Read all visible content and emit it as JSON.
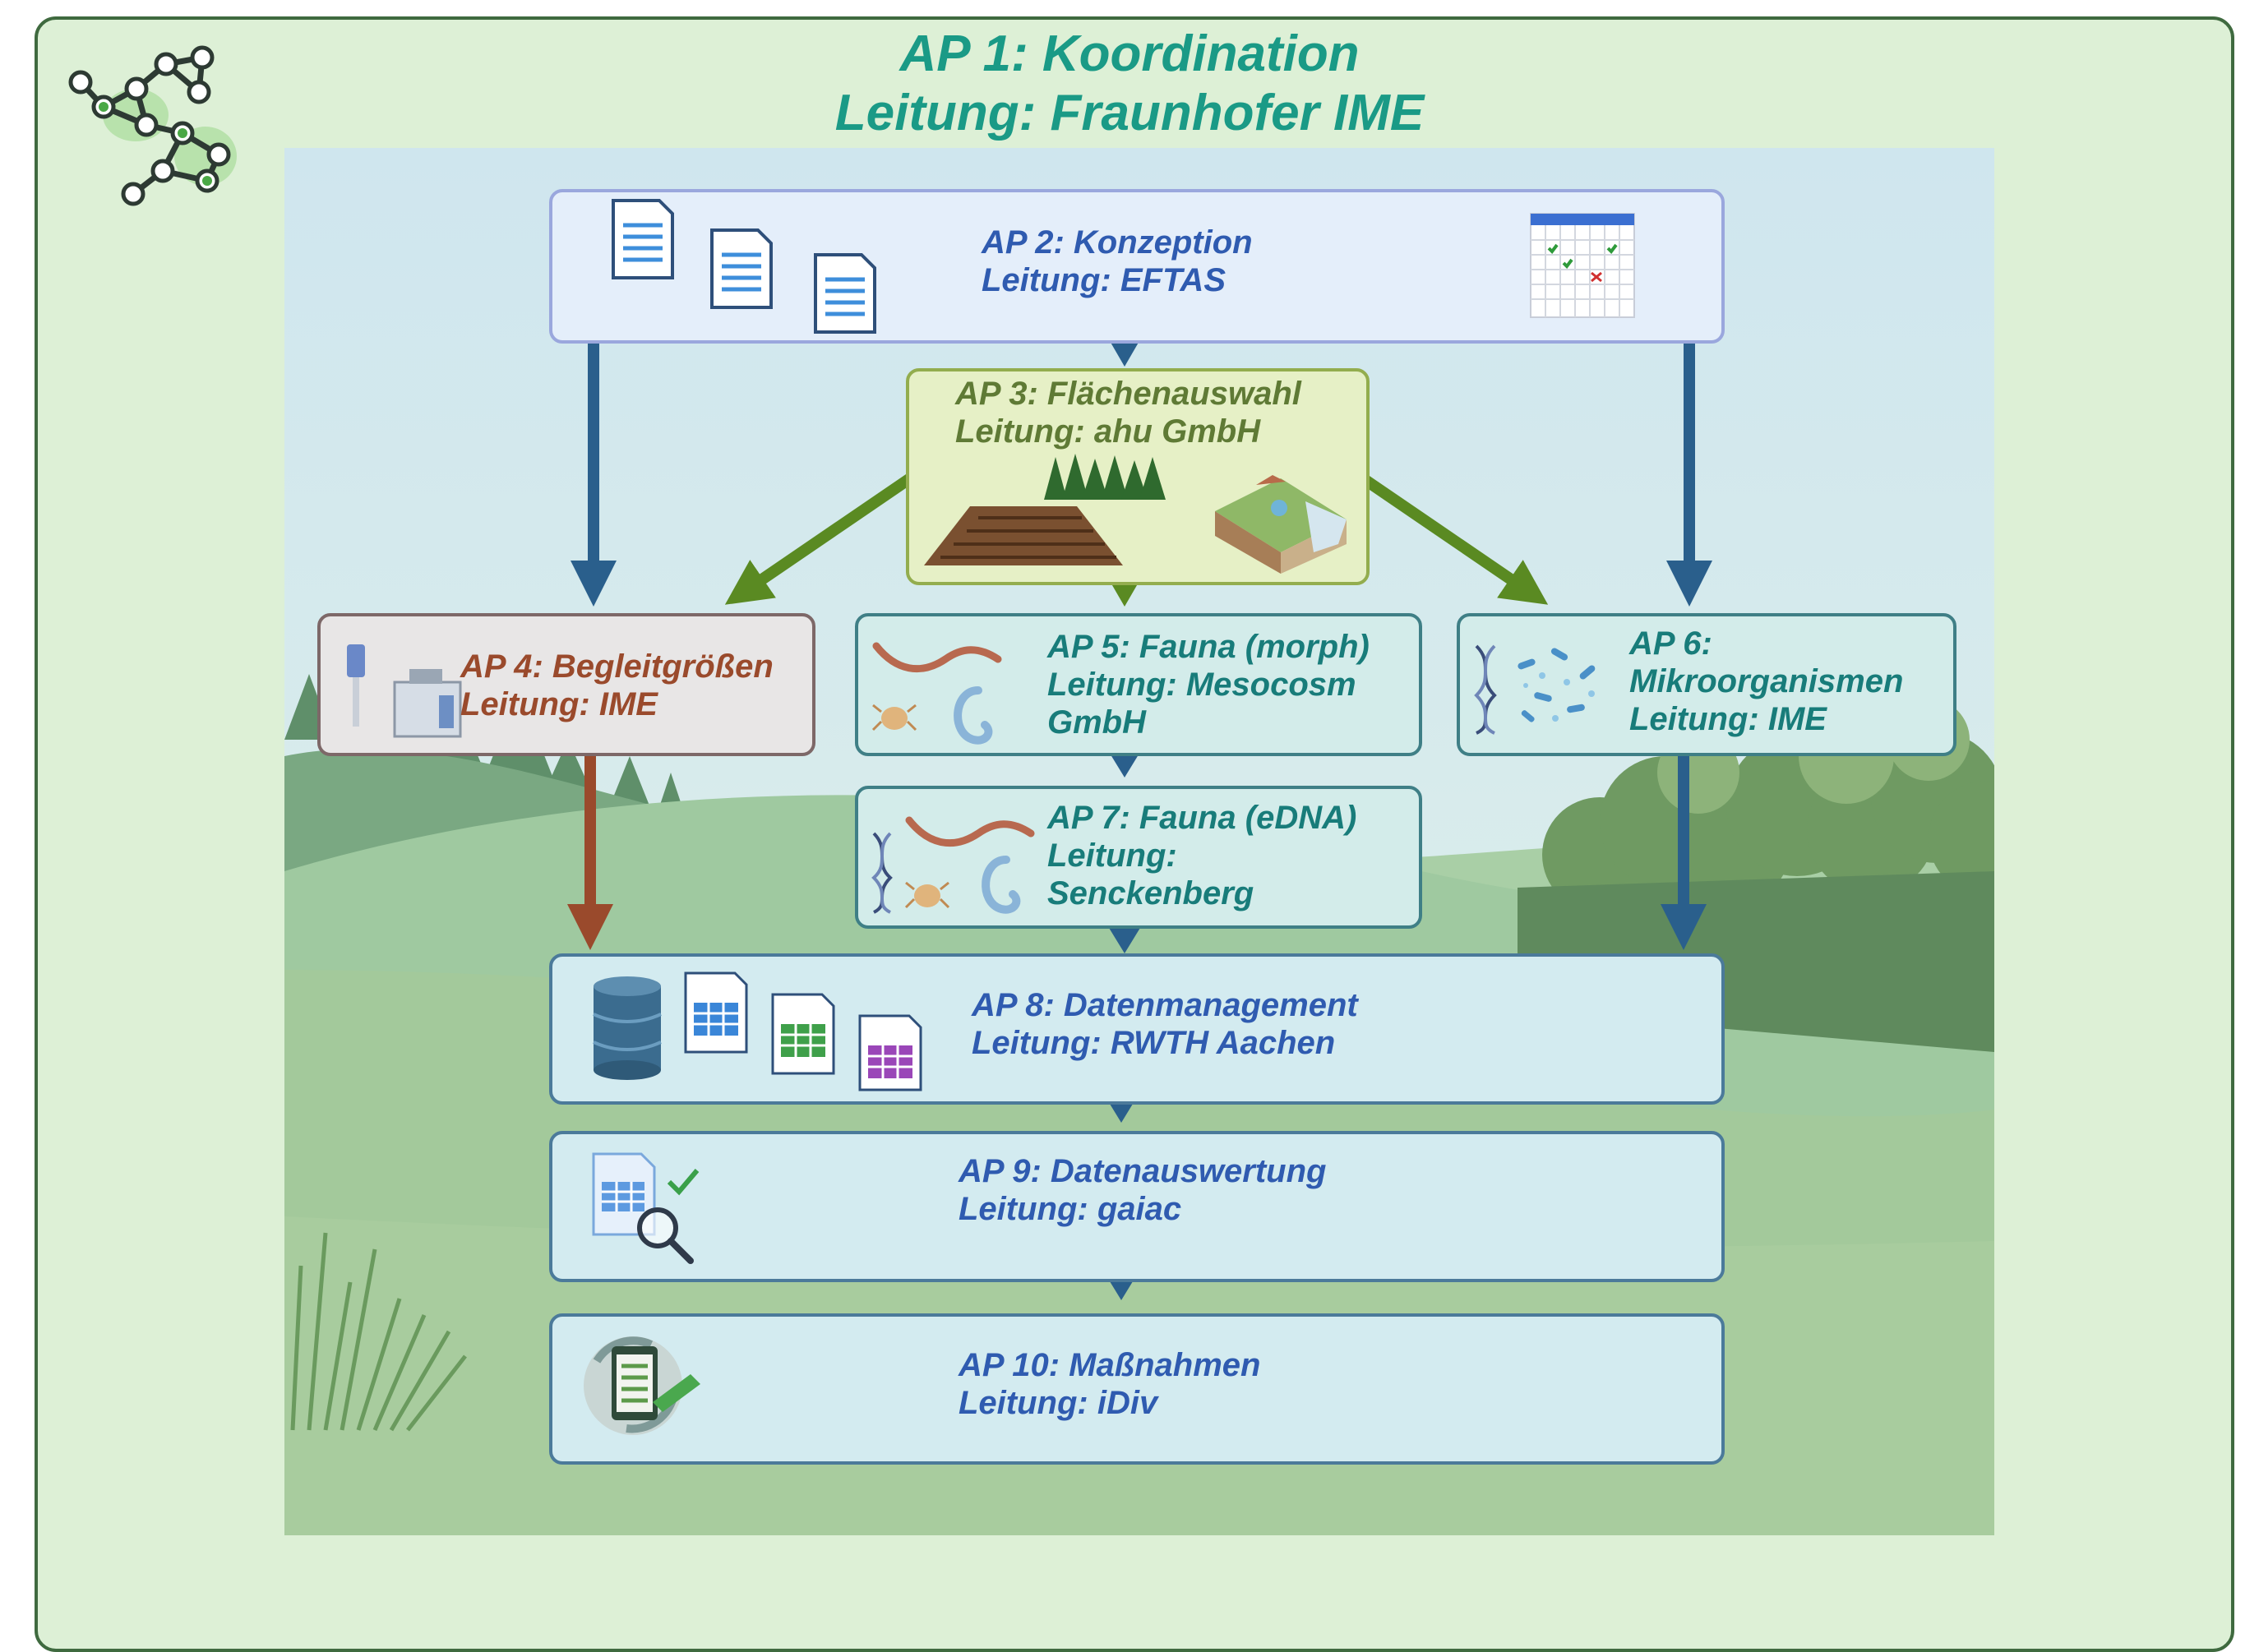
{
  "title": {
    "line1": "AP 1: Koordination",
    "line2": "Leitung: Fraunhofer IME"
  },
  "packages": [
    {
      "id": "ap2",
      "name": "AP 2: Konzeption",
      "lead": [
        "Leitung: EFTAS"
      ]
    },
    {
      "id": "ap3",
      "name": "AP 3: Flächenauswahl",
      "lead": [
        "Leitung: ahu GmbH"
      ]
    },
    {
      "id": "ap4",
      "name": "AP 4: Begleitgrößen",
      "lead": [
        "Leitung: IME"
      ]
    },
    {
      "id": "ap5",
      "name": "AP 5: Fauna (morph)",
      "lead": [
        "Leitung: Mesocosm",
        "GmbH"
      ]
    },
    {
      "id": "ap6",
      "name": "AP 6:",
      "lead": [
        "Mikroorganismen",
        "Leitung: IME"
      ]
    },
    {
      "id": "ap7",
      "name": "AP 7: Fauna (eDNA)",
      "lead": [
        "Leitung:",
        "Senckenberg"
      ]
    },
    {
      "id": "ap8",
      "name": "AP 8: Datenmanagement",
      "lead": [
        "Leitung: RWTH Aachen"
      ]
    },
    {
      "id": "ap9",
      "name": "AP 9: Datenauswertung",
      "lead": [
        "Leitung: gaiac"
      ]
    },
    {
      "id": "ap10",
      "name": "AP 10: Maßnahmen",
      "lead": [
        "Leitung: iDiv"
      ]
    }
  ],
  "colors": {
    "title": "#1a9a86",
    "frame_bg": "#ddf0d6",
    "arrow_blue": "#2a5f8c",
    "arrow_green": "#5a8a22",
    "arrow_rust": "#9a4a2c"
  },
  "icons": [
    "network-icon",
    "document-icon",
    "calendar-icon",
    "forest-icon",
    "field-icon",
    "terrain-icon",
    "measurement-device-icon",
    "earthworm-icon",
    "mite-icon",
    "dna-icon",
    "bacteria-icon",
    "database-icon",
    "spreadsheet-icon",
    "data-analysis-icon",
    "measures-tablet-icon"
  ]
}
